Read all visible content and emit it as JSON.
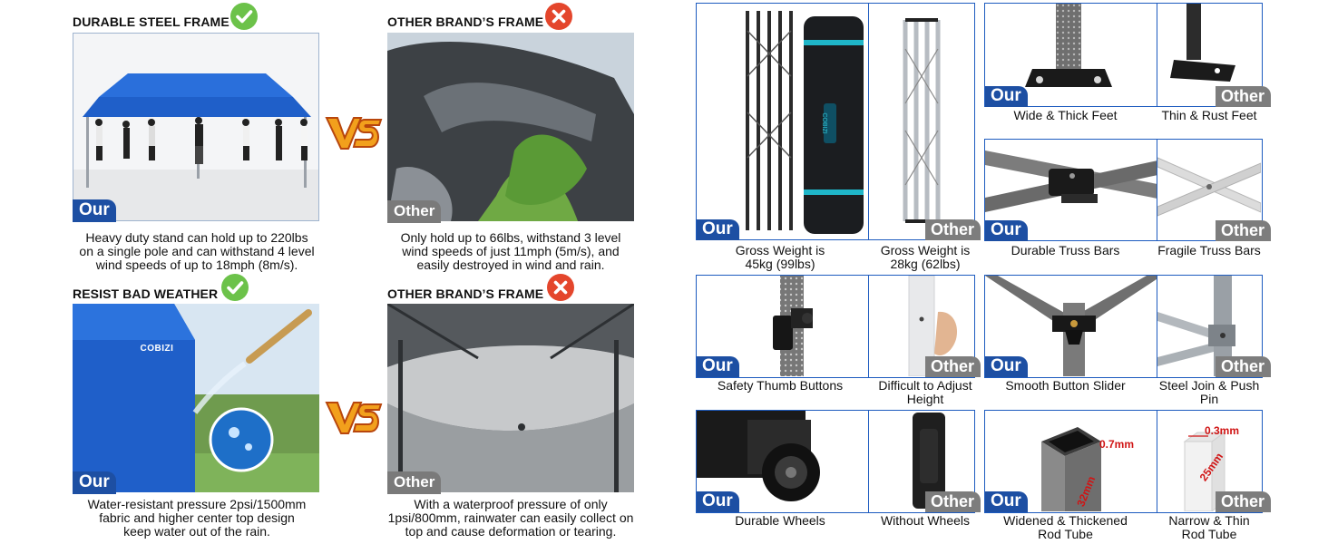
{
  "comparisons": [
    {
      "heading": "DURABLE STEEL FRAME",
      "tag": "Our",
      "lines": [
        "Heavy duty stand can hold up to 220lbs",
        "on a single pole and can withstand 4 level",
        "wind speeds of up to 18mph (8m/s)."
      ]
    },
    {
      "heading": "OTHER BRAND’S FRAME",
      "tag": "Other",
      "lines": [
        "Only hold up to 66lbs, withstand 3 level",
        "wind speeds of just 11mph (5m/s), and",
        "easily destroyed in wind and rain."
      ]
    },
    {
      "heading": "RESIST BAD WEATHER",
      "tag": "Our",
      "brand": "COBIZI",
      "lines": [
        "Water-resistant pressure 2psi/1500mm",
        "fabric and higher center top design",
        "keep water out of the rain."
      ]
    },
    {
      "heading": "OTHER BRAND’S FRAME",
      "tag": "Other",
      "lines": [
        "With a waterproof pressure of only",
        "1psi/800mm, rainwater can easily collect on",
        "top and cause deformation or tearing."
      ]
    }
  ],
  "features": [
    {
      "our_tag": "Our",
      "our_caption": [
        "Gross Weight is",
        "45kg (99lbs)"
      ],
      "other_tag": "Other",
      "other_caption": [
        "Gross Weight is",
        "28kg (62lbs)"
      ]
    },
    {
      "our_tag": "Our",
      "our_caption": [
        "Wide & Thick Feet"
      ],
      "other_tag": "Other",
      "other_caption": [
        "Thin & Rust Feet"
      ]
    },
    {
      "our_tag": "Our",
      "our_caption": [
        "Durable Truss Bars"
      ],
      "other_tag": "Other",
      "other_caption": [
        "Fragile Truss Bars"
      ]
    },
    {
      "our_tag": "Our",
      "our_caption": [
        "Safety Thumb Buttons"
      ],
      "other_tag": "Other",
      "other_caption": [
        "Difficult to Adjust",
        "Height"
      ]
    },
    {
      "our_tag": "Our",
      "our_caption": [
        "Smooth Button Slider"
      ],
      "other_tag": "Other",
      "other_caption": [
        "Steel Join & Push",
        "Pin"
      ]
    },
    {
      "our_tag": "Our",
      "our_caption": [
        "Durable Wheels"
      ],
      "other_tag": "Other",
      "other_caption": [
        "Without Wheels"
      ]
    },
    {
      "our_tag": "Our",
      "our_caption": [
        "Widened & Thickened",
        "Rod Tube"
      ],
      "other_tag": "Other",
      "other_caption": [
        "Narrow & Thin",
        "Rod Tube"
      ]
    }
  ],
  "dimensions": {
    "our_wall": "0.7mm",
    "our_side": "32mm",
    "other_wall": "0.3mm",
    "other_side": "25mm"
  },
  "bag_brand": "COBIZI",
  "colors": {
    "our_badge": "#1d4fa3",
    "other_badge": "#7a7a7a",
    "check": "#6cc24a",
    "cross": "#e4462c",
    "border": "#1d5bbf",
    "vs": "#f2a01c"
  },
  "icons": {
    "good": "check-icon",
    "bad": "cross-icon",
    "versus": "vs-icon"
  }
}
